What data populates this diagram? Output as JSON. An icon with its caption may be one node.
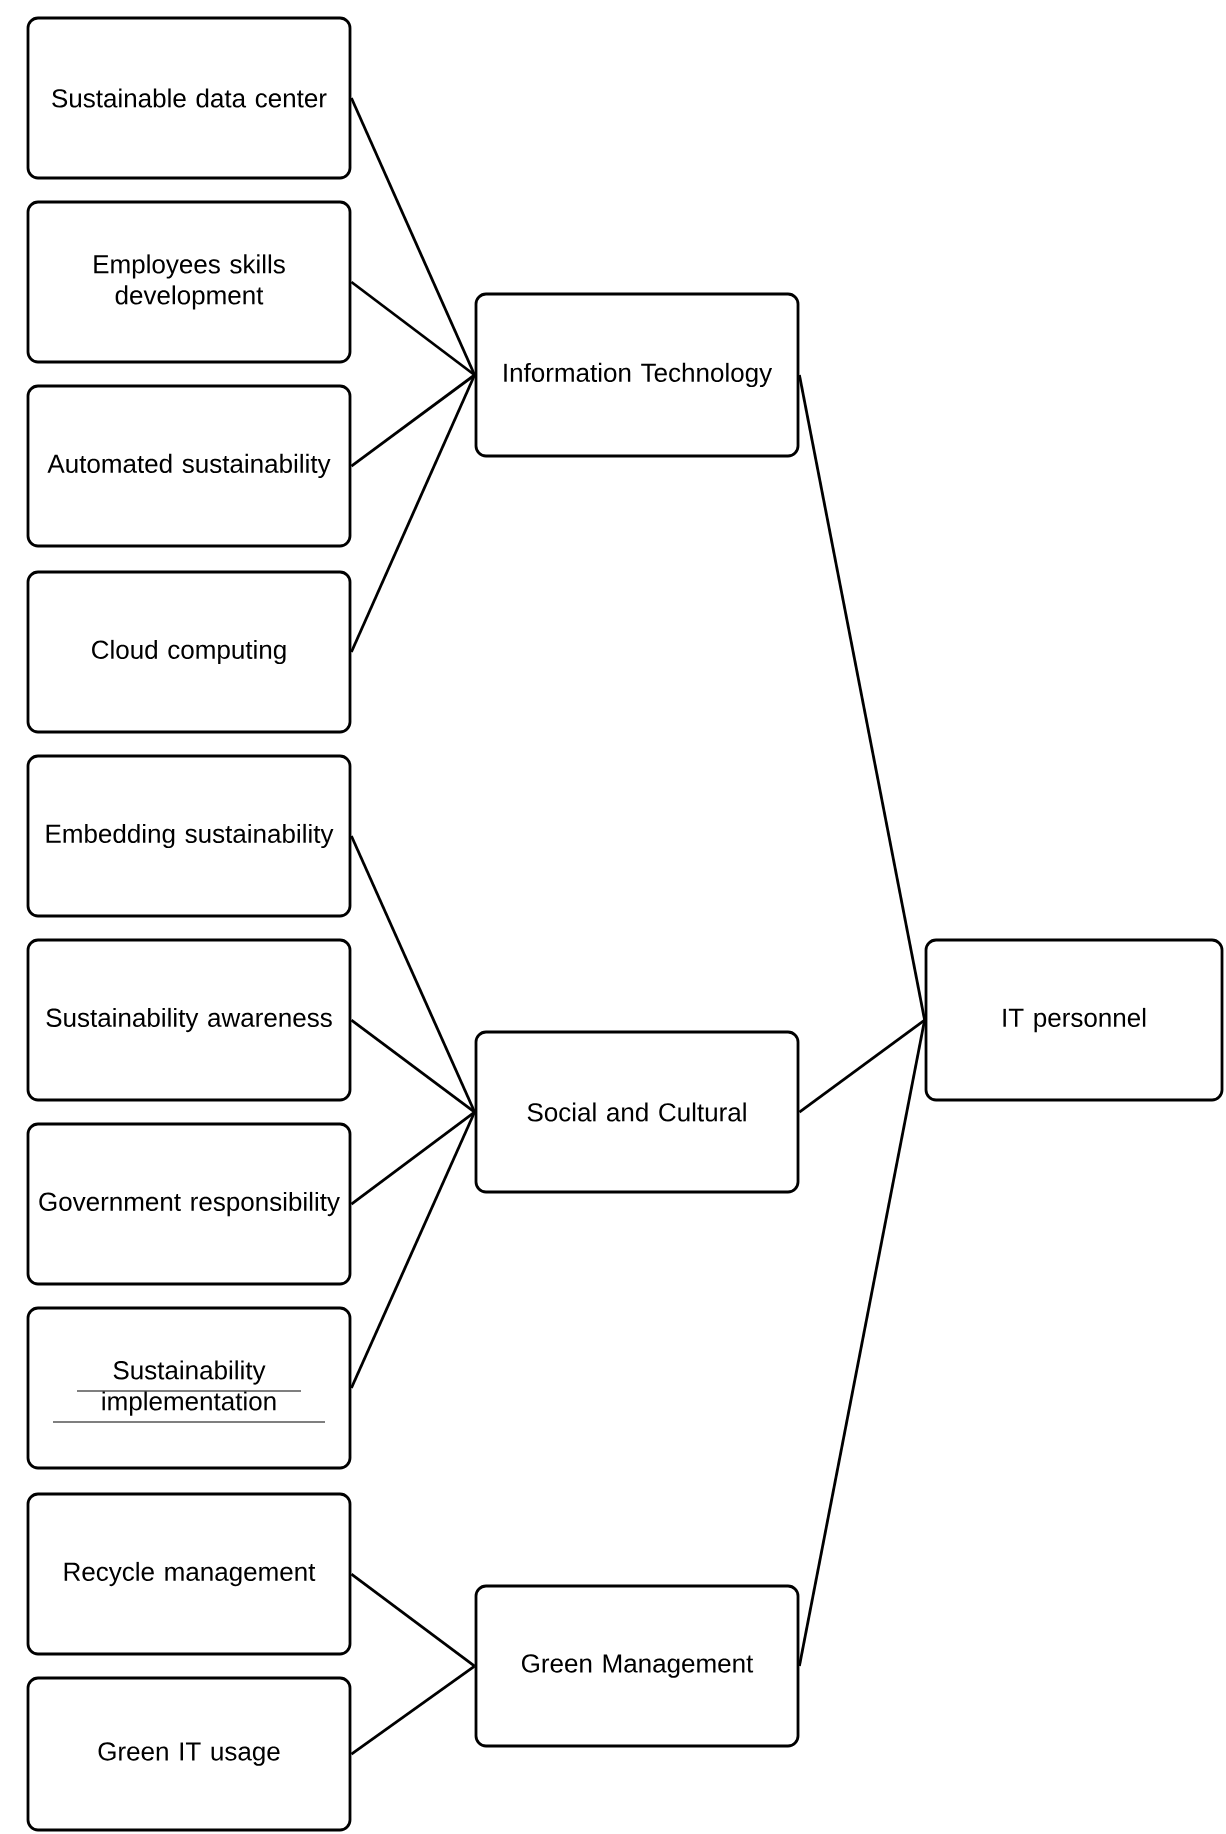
{
  "diagram": {
    "nodes": [
      {
        "text": [
          "Sustainable data center"
        ]
      },
      {
        "text": [
          "Employees skills development"
        ]
      },
      {
        "text": [
          "Automated sustainability"
        ]
      },
      {
        "text": [
          "Cloud  computing"
        ]
      },
      {
        "text": [
          "Information Technology"
        ]
      },
      {
        "text": [
          "Embedding sustainability"
        ]
      },
      {
        "text": [
          "Sustainability awareness"
        ]
      },
      {
        "text": [
          "Government responsibility"
        ]
      },
      {
        "text": [
          "Sustainability implementation"
        ]
      },
      {
        "text": [
          "Social and Cultural"
        ]
      },
      {
        "text": [
          "Recycle management"
        ]
      },
      {
        "text": [
          "Green IT usage"
        ]
      },
      {
        "text": [
          "Green Management"
        ]
      },
      {
        "text": [
          "IT personnel"
        ]
      }
    ],
    "edges": [
      {
        "from": 0,
        "to": 4,
        "arrow": "none"
      },
      {
        "from": 1,
        "to": 4,
        "arrow": "none"
      },
      {
        "from": 2,
        "to": 4,
        "arrow": "none"
      },
      {
        "from": 3,
        "to": 4,
        "arrow": "none"
      },
      {
        "from": 5,
        "to": 9,
        "arrow": "none"
      },
      {
        "from": 6,
        "to": 9,
        "arrow": "none"
      },
      {
        "from": 7,
        "to": 9,
        "arrow": "none"
      },
      {
        "from": 8,
        "to": 9,
        "arrow": "none"
      },
      {
        "from": 10,
        "to": 12,
        "arrow": "none"
      },
      {
        "from": 11,
        "to": 12,
        "arrow": "none"
      },
      {
        "from": 4,
        "to": 13,
        "arrow": "none"
      },
      {
        "from": 9,
        "to": 13,
        "arrow": "none"
      },
      {
        "from": 12,
        "to": 13,
        "arrow": "none"
      }
    ]
  }
}
